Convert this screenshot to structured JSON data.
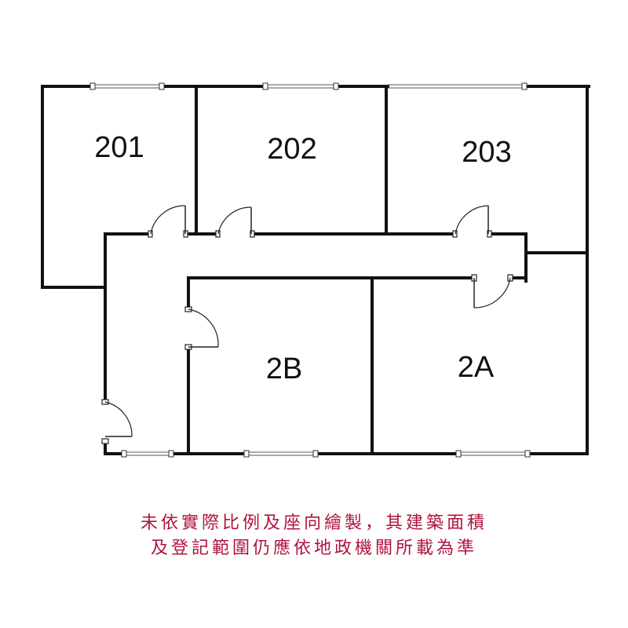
{
  "rooms": {
    "r201": "201",
    "r202": "202",
    "r203": "203",
    "r2B": "2B",
    "r2A": "2A"
  },
  "disclaimer": {
    "line1": "未依實際比例及座向繪製，其建築面積",
    "line2": "及登記範圍仍應依地政機關所載為準"
  },
  "colors": {
    "wall": "#111111",
    "disclaimer_text": "#b0143c"
  }
}
